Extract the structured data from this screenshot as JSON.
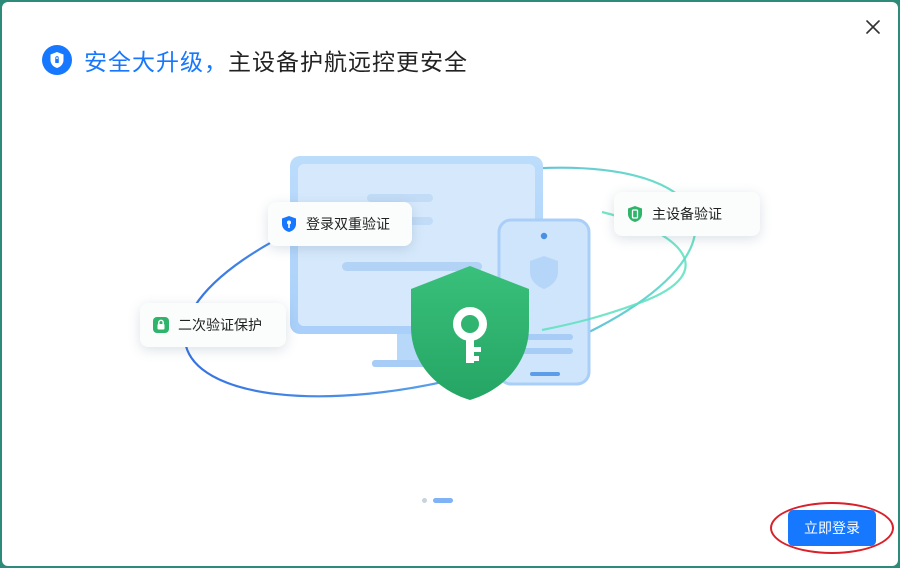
{
  "dialog": {
    "title_accent": "安全大升级，",
    "title_rest": "主设备护航远控更安全",
    "close_icon": "close-icon"
  },
  "features": {
    "login_2fa": "登录双重验证",
    "primary_device": "主设备验证",
    "secondary_verify": "二次验证保护"
  },
  "pagination": {
    "total": 2,
    "active_index": 1
  },
  "actions": {
    "login_label": "立即登录"
  },
  "colors": {
    "accent": "#1677ff",
    "green": "#2fb56b",
    "annotation_red": "#d8212a"
  }
}
